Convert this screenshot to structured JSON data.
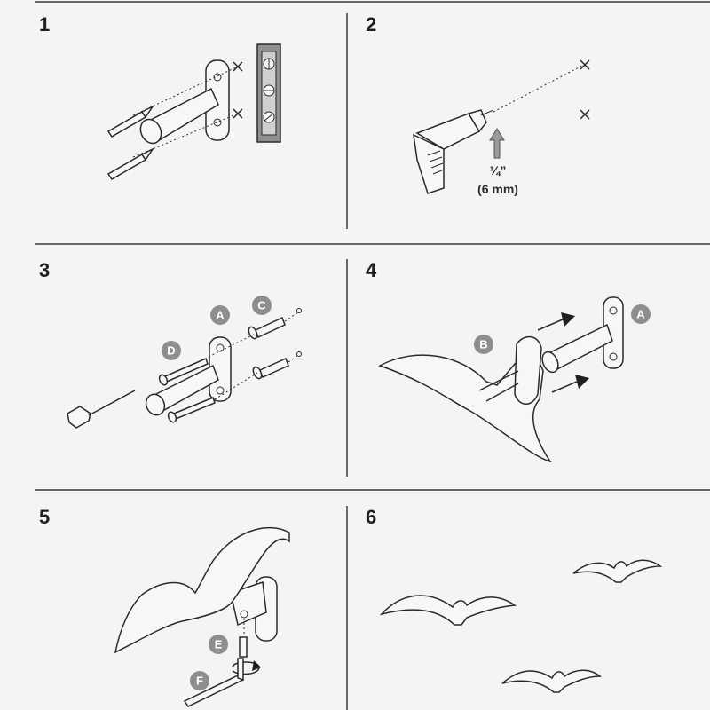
{
  "steps": [
    {
      "number": "1"
    },
    {
      "number": "2",
      "measurement": {
        "fraction": "¼”",
        "metric": "(6 mm)"
      }
    },
    {
      "number": "3",
      "labels": [
        "A",
        "C",
        "D"
      ]
    },
    {
      "number": "4",
      "labels": [
        "B",
        "A"
      ]
    },
    {
      "number": "5",
      "labels": [
        "E",
        "F"
      ]
    },
    {
      "number": "6"
    }
  ],
  "colors": {
    "background": "#f3f4f6",
    "line": "#2a2a2a",
    "badge": "#8e8e8e",
    "divider": "#3a3a3a"
  }
}
